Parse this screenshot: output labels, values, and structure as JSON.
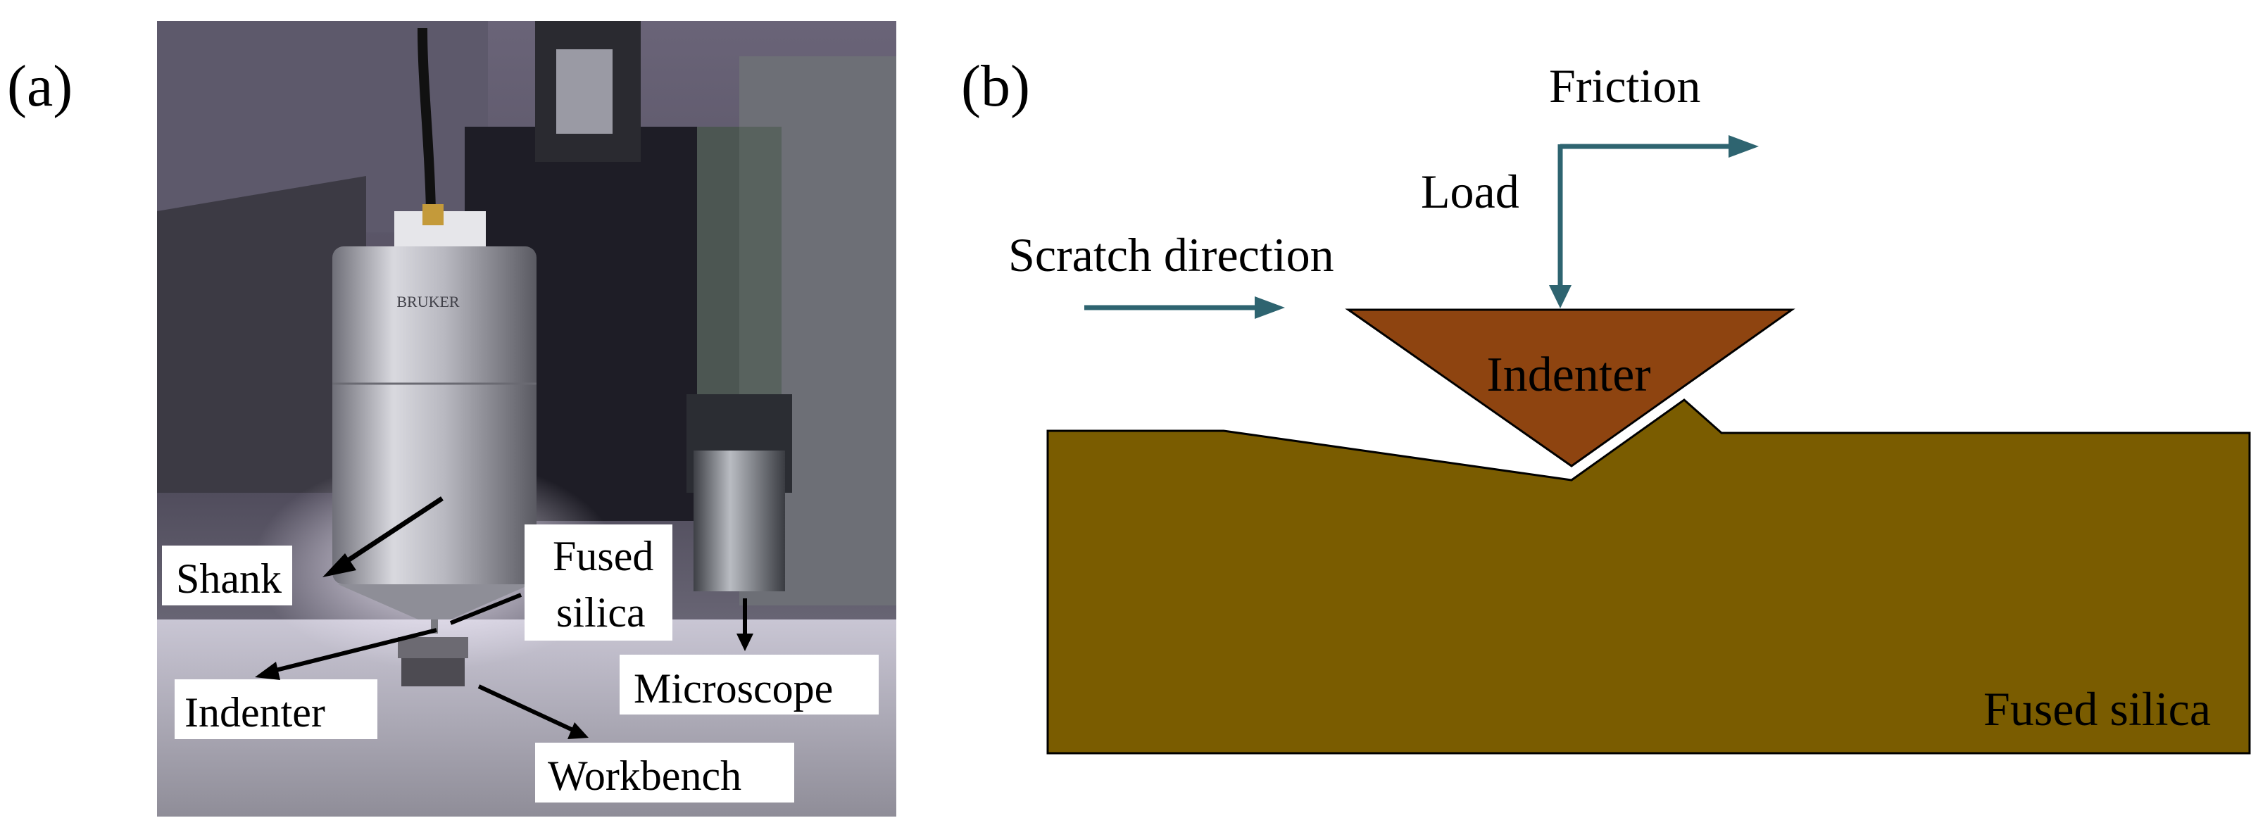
{
  "panel_a": {
    "label": "(a)",
    "brand": "BRUKER",
    "callouts": {
      "shank": "Shank",
      "fused_silica_line1": "Fused",
      "fused_silica_line2": "silica",
      "indenter": "Indenter",
      "microscope": "Microscope",
      "workbench": "Workbench"
    }
  },
  "panel_b": {
    "label": "(b)",
    "friction": "Friction",
    "load": "Load",
    "scratch_direction": "Scratch direction",
    "indenter": "Indenter",
    "substrate": "Fused silica"
  },
  "colors": {
    "arrow_teal": "#2E6470",
    "indenter_fill": "#8E4410",
    "substrate_fill": "#7A5C00",
    "outline": "#000000"
  }
}
